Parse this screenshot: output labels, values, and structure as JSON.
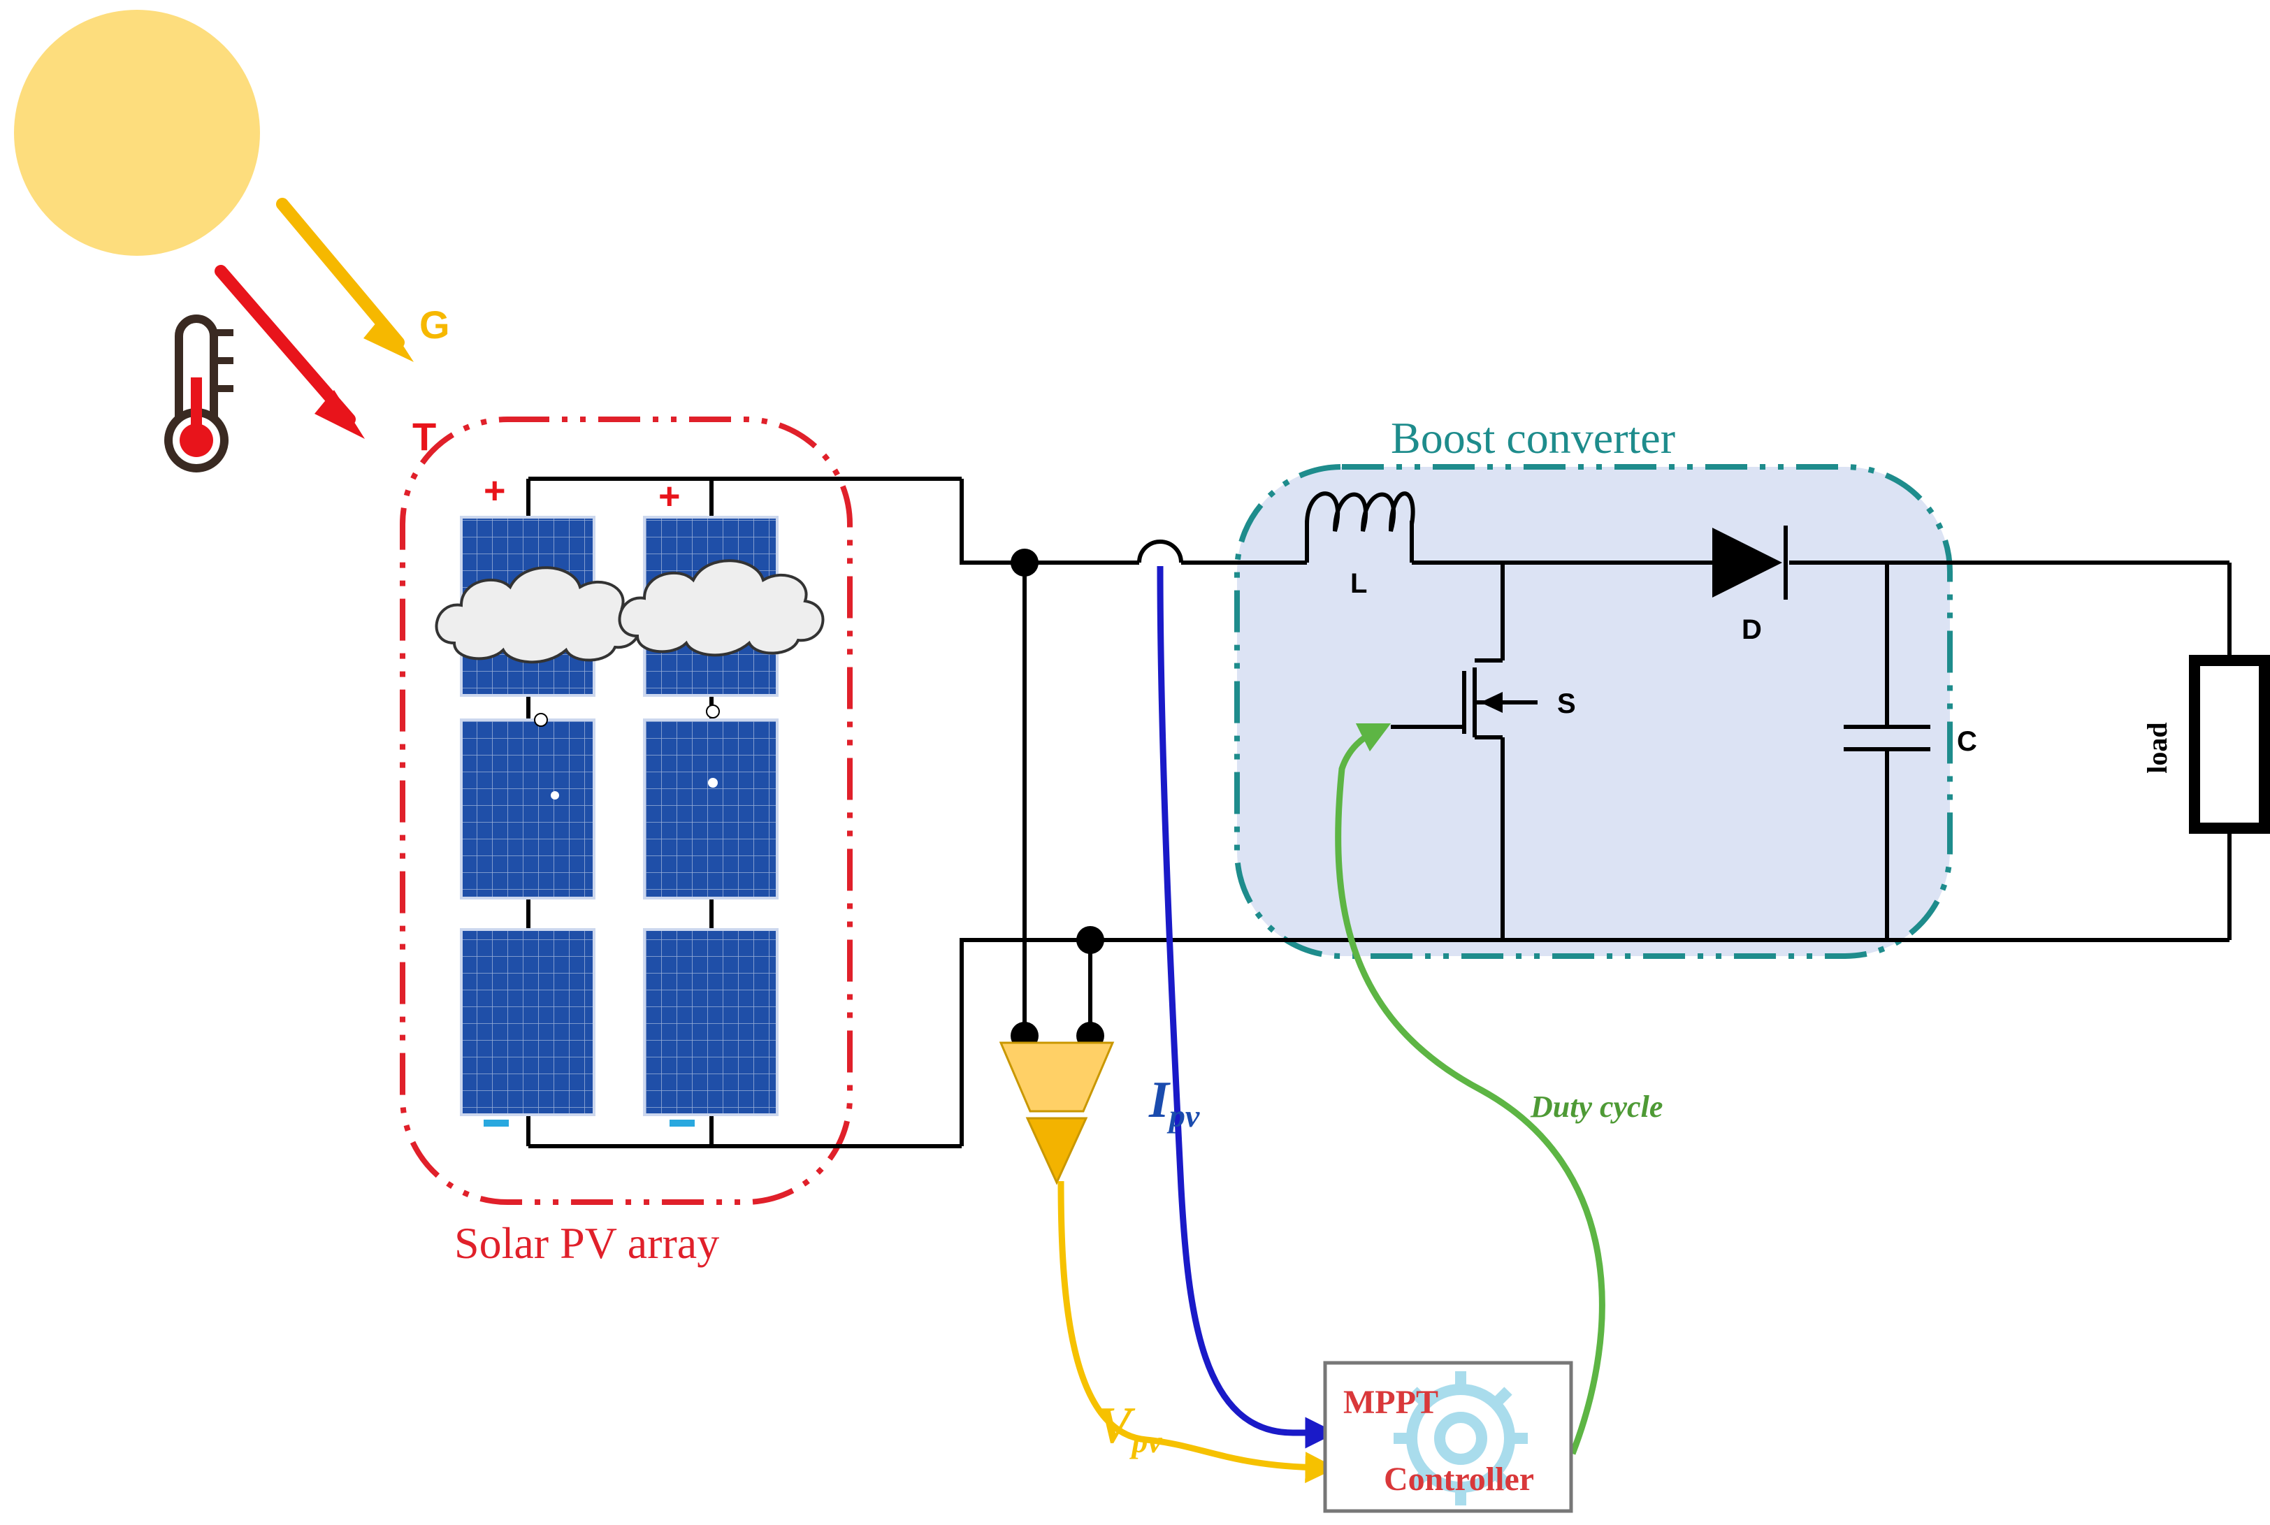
{
  "labels": {
    "irradiance": "G",
    "temperature": "T",
    "pv_array": "Solar PV array",
    "boost_converter": "Boost converter",
    "inductor": "L",
    "diode": "D",
    "switch": "S",
    "capacitor": "C",
    "load": "load",
    "current_signal": {
      "main": "I",
      "sub": "pv"
    },
    "voltage_signal": {
      "main": "V",
      "sub": "pv"
    },
    "duty_cycle": "Duty cycle",
    "controller_line1": "MPPT",
    "controller_line2": "Controller",
    "plus": "+",
    "minus": "−"
  },
  "colors": {
    "sun": "#FDDD7D",
    "irradiance_arrow": "#F6B800",
    "temperature_arrow": "#E8141B",
    "pv_boundary": "#E0202A",
    "boost_boundary": "#1E8C8C",
    "boost_fill": "#DCE3F4",
    "panel": "#1F4FA8",
    "current_signal": "#1A1AC8",
    "voltage_signal": "#F6C100",
    "duty_signal": "#5DB544",
    "controller_text": "#D9383A",
    "gear": "#A9DCEC",
    "sensor": "#FFD066",
    "sensor_tri": "#F3B300"
  },
  "icons": [
    "sun-icon",
    "thermometer-icon",
    "cloud-icon",
    "gear-icon",
    "solar-panel-icon"
  ]
}
